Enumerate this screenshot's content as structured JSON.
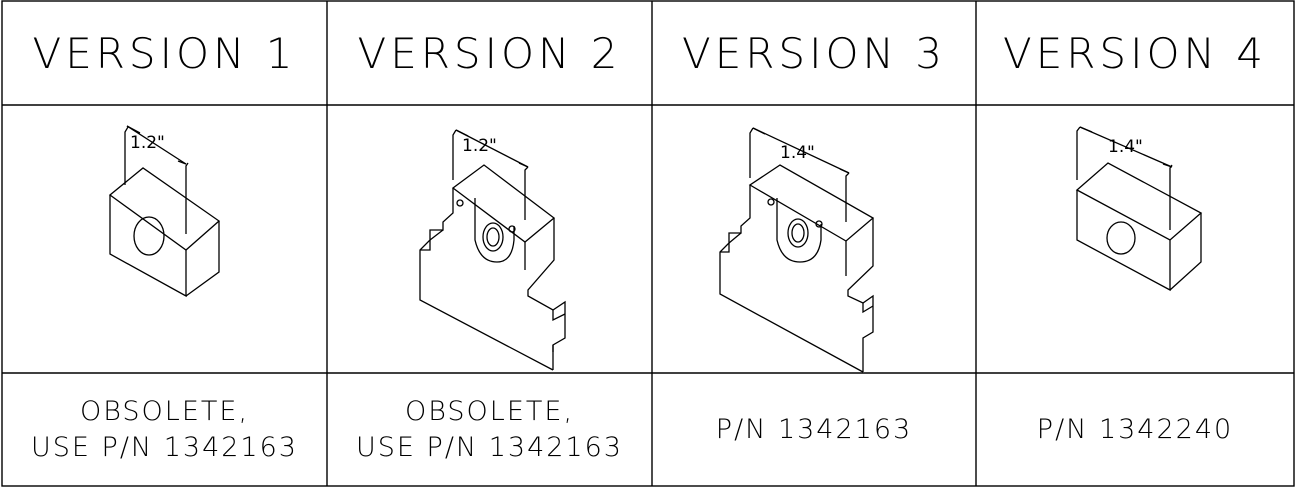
{
  "versions": [
    {
      "title": "VERSION 1",
      "dimension": "1.2\"",
      "status_line1": "OBSOLETE,",
      "status_line2": "USE P/N 1342163"
    },
    {
      "title": "VERSION 2",
      "dimension": "1.2\"",
      "status_line1": "OBSOLETE,",
      "status_line2": "USE P/N 1342163"
    },
    {
      "title": "VERSION 3",
      "dimension": "1.4\"",
      "status_line1": "P/N 1342163",
      "status_line2": ""
    },
    {
      "title": "VERSION 4",
      "dimension": "1.4\"",
      "status_line1": "P/N 1342240",
      "status_line2": ""
    }
  ]
}
